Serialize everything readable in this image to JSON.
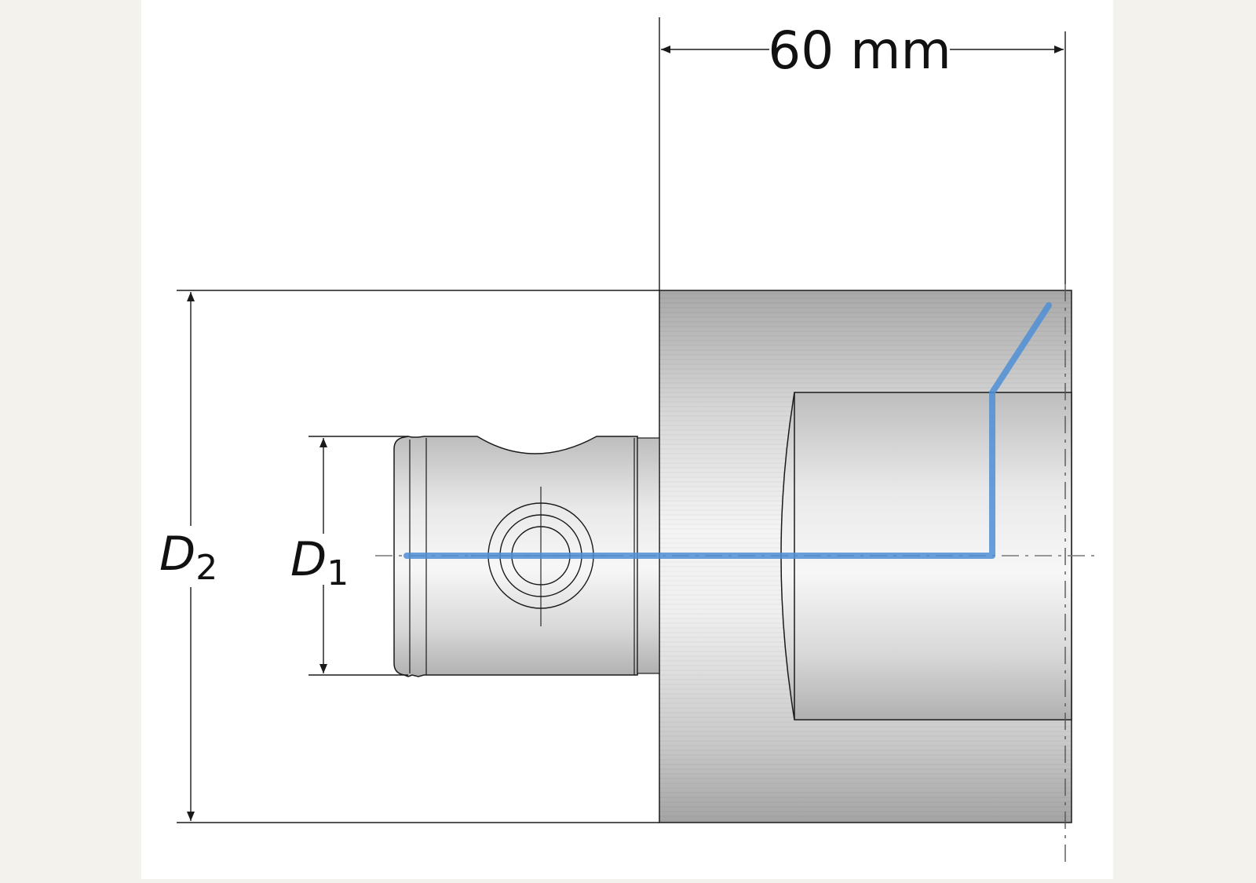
{
  "colors": {
    "page_background": "#f3f2ec",
    "panel_background": "#ffffff",
    "line": "#1a1a1a",
    "body_light": "#f2f2f2",
    "body_dark": "#a9a9a9",
    "coolant_path": "#4f8fd6"
  },
  "dimensions": {
    "length_label": "60 mm",
    "d1_letter": "D",
    "d1_subscript": "1",
    "d2_letter": "D",
    "d2_subscript": "2"
  },
  "icons": {
    "arrowhead": "arrowhead-icon",
    "cross_hole": "cross-hole-icon"
  }
}
